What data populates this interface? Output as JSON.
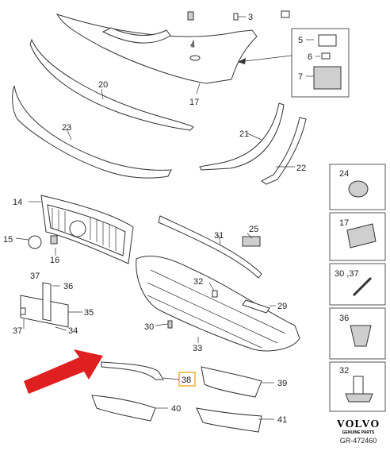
{
  "labels": {
    "p3": "3",
    "p4": "4",
    "p5": "5",
    "p6": "6",
    "p7": "7",
    "p14": "14",
    "p15": "15",
    "p16": "16",
    "p17": "17",
    "p20": "20",
    "p21": "21",
    "p22": "22",
    "p23": "23",
    "p24": "24",
    "p25": "25",
    "p29": "29",
    "p30": "30",
    "p31": "31",
    "p32": "32",
    "p33": "33",
    "p34": "34",
    "p35": "35",
    "p36": "36",
    "p37a": "37",
    "p37b": "37",
    "p38": "38",
    "p39": "39",
    "p40": "40",
    "p41": "41",
    "side24": "24",
    "side17": "17",
    "side30_37": "30 ,37",
    "side36": "36",
    "side32": "32"
  },
  "brand": {
    "name": "VOLVO",
    "subtitle": "GENUINE PARTS"
  },
  "reference": "GR-472460",
  "colors": {
    "arrow": "#e02020",
    "highlight": "#f0b030",
    "line": "#333333"
  }
}
